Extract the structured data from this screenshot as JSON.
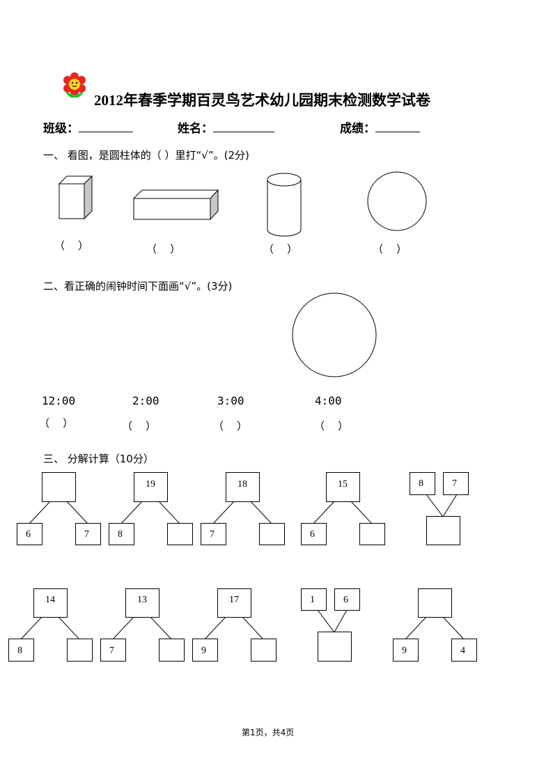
{
  "title": "2012年春季学期百灵鸟艺术幼儿园期末检测数学试卷",
  "info": {
    "class_label": "班级：",
    "name_label": "姓名：",
    "score_label": "成绩："
  },
  "section1": {
    "heading": "一、  看图，是圆柱体的（   ）里打“√”。(2分)",
    "parens": [
      "（    ）",
      "（    ）",
      "（    ）",
      "（    ）"
    ]
  },
  "section2": {
    "heading": "二、看正确的闹钟时间下面画“√”。(3分)",
    "times": [
      "12:00",
      "2:00",
      "3:00",
      "4:00"
    ],
    "parens": [
      "（    ）",
      "（    ）",
      "（    ）",
      "（    ）"
    ]
  },
  "section3": {
    "heading": "三、  分解计算（10分）",
    "row1": [
      {
        "top": "",
        "left": "6",
        "right": "7"
      },
      {
        "top": "19",
        "left": "8",
        "right": ""
      },
      {
        "top": "18",
        "left": "7",
        "right": ""
      },
      {
        "top": "15",
        "left": "6",
        "right": ""
      },
      {
        "top_left": "8",
        "top_right": "7",
        "bottom": ""
      }
    ],
    "row2": [
      {
        "top": "14",
        "left": "8",
        "right": ""
      },
      {
        "top": "13",
        "left": "7",
        "right": ""
      },
      {
        "top": "17",
        "left": "9",
        "right": ""
      },
      {
        "top_left": "1",
        "top_right": "6",
        "bottom": ""
      },
      {
        "top": "",
        "left": "9",
        "right": "4"
      }
    ]
  },
  "footer": "第1页，共4页"
}
